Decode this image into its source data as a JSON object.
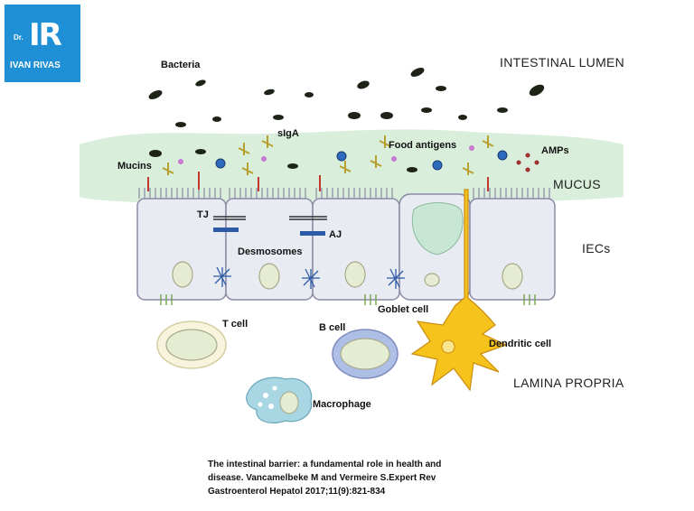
{
  "logo": {
    "prefix": "Dr.",
    "initials": "IR",
    "name": "IVAN RIVAS"
  },
  "regions": {
    "lumen": "INTESTINAL LUMEN",
    "mucus": "MUCUS",
    "iecs": "IECs",
    "lamina": "LAMINA PROPRIA"
  },
  "labels": {
    "bacteria": "Bacteria",
    "siga": "sIgA",
    "food_antigens": "Food antigens",
    "amps": "AMPs",
    "mucins": "Mucins",
    "tj": "TJ",
    "aj": "AJ",
    "desmosomes": "Desmosomes",
    "goblet": "Goblet cell",
    "t_cell": "T cell",
    "b_cell": "B cell",
    "dendritic": "Dendritic cell",
    "macrophage": "Macrophage"
  },
  "caption": {
    "line1": "The intestinal barrier: a fundamental role in health and",
    "line2": "disease. Vancamelbeke M and Vermeire S.Expert Rev",
    "line3": "Gastroenterol Hepatol 2017;11(9):821-834"
  },
  "colors": {
    "logo_bg": "#1f8fd6",
    "mucus": "#d9eedb",
    "cell_fill": "#e9ebf2",
    "cell_stroke": "#8b8aa6",
    "dendritic": "#f6c21c",
    "b_cell": "#aebfe6",
    "macrophage": "#a9d6e3"
  }
}
